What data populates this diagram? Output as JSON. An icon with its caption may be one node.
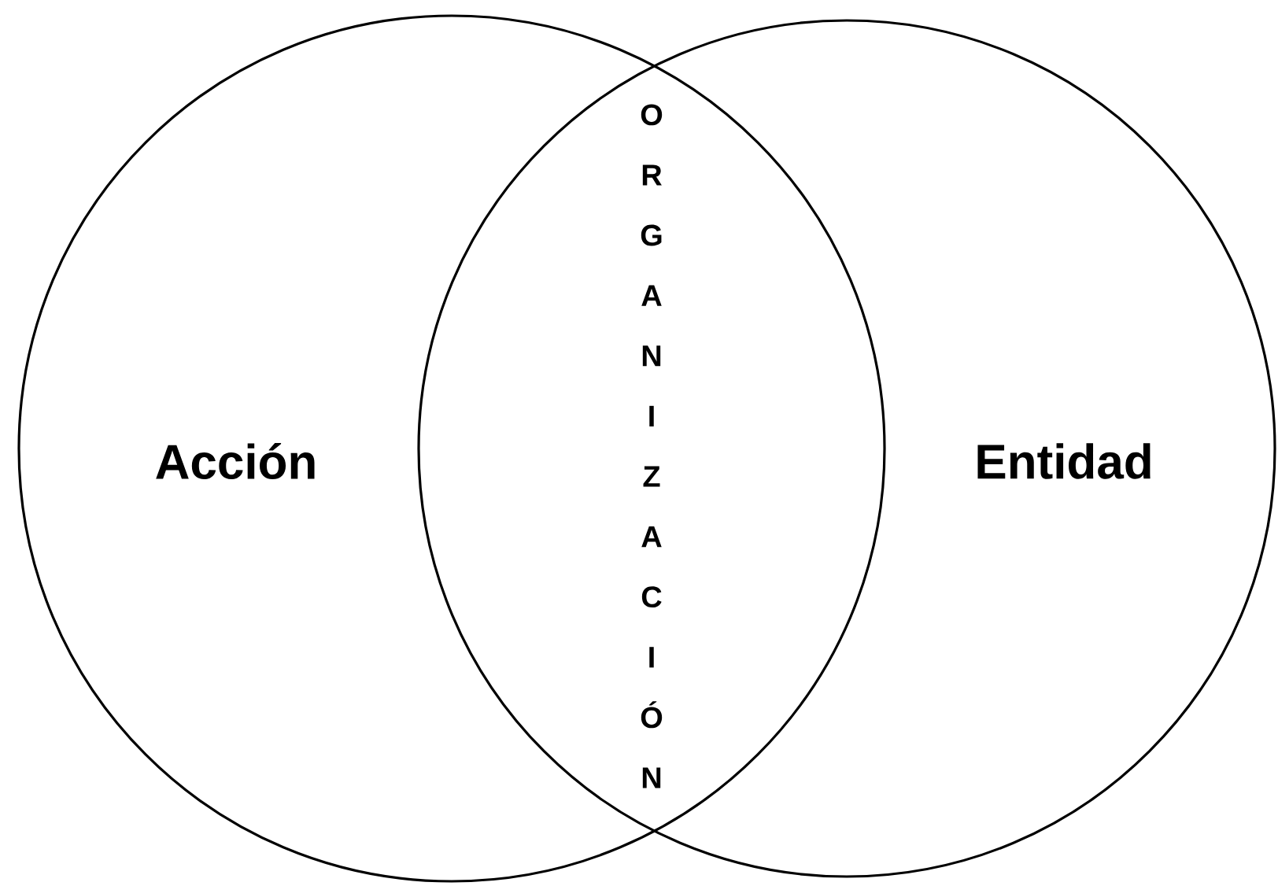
{
  "diagram": {
    "nodes": [
      {
        "text": [
          "Acción"
        ]
      },
      {
        "text": [
          "Entidad"
        ]
      }
    ],
    "labels": [
      "ORGANIZACIÓN"
    ]
  }
}
